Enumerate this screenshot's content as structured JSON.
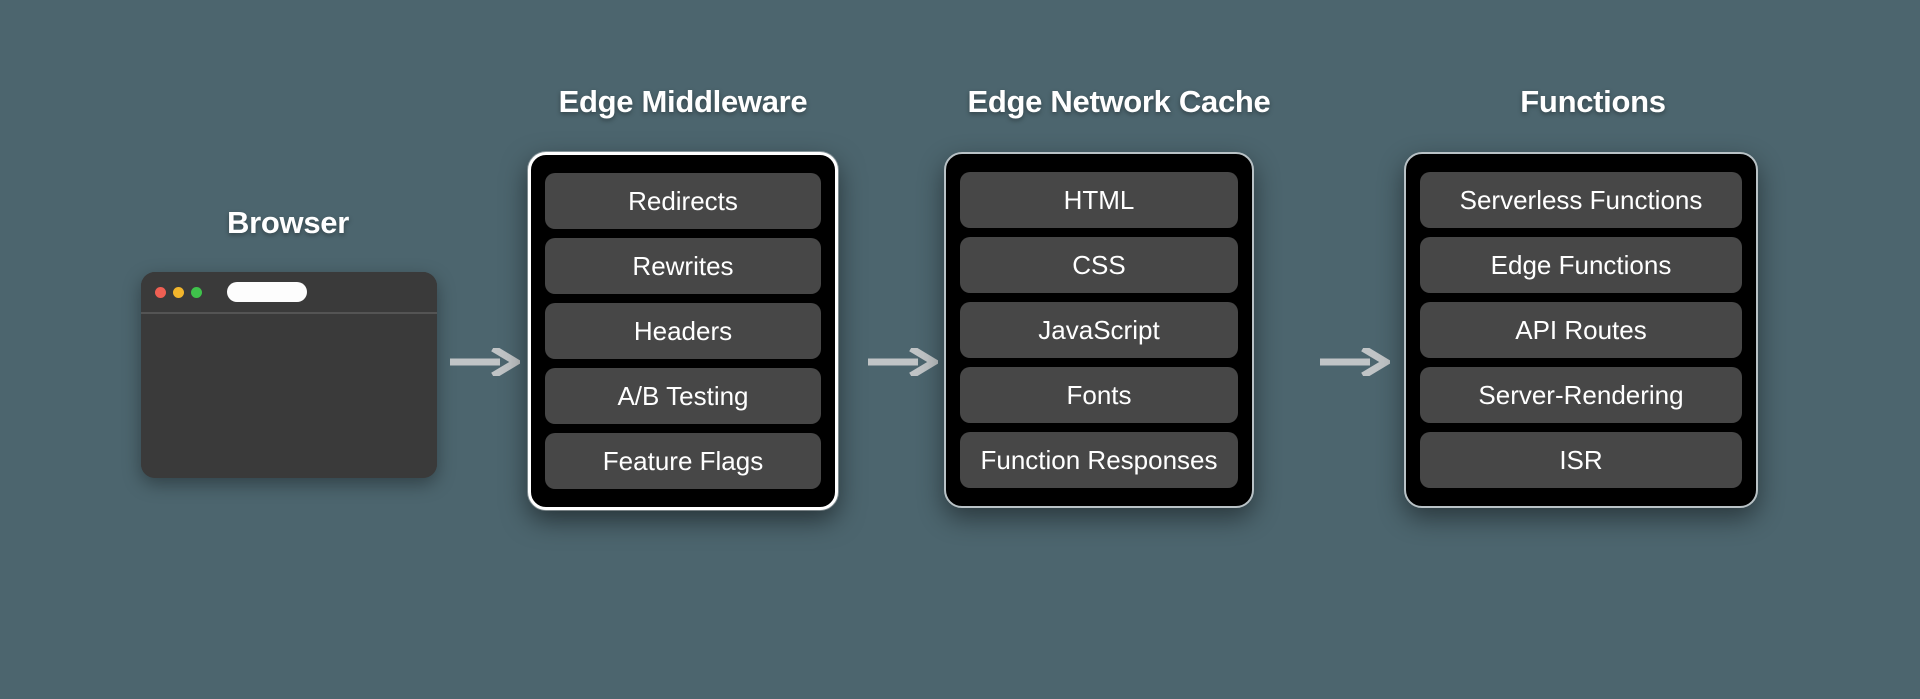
{
  "background_color": "#4c656e",
  "panel_background": "#000000",
  "chip_background": "#474747",
  "highlight_border_color": "#ffffff",
  "default_border_color": "#b9c2c6",
  "arrow_color": "#c0c4c6",
  "stages": {
    "browser": {
      "title": "Browser",
      "traffic_lights": [
        {
          "name": "close",
          "color": "#ef5f53"
        },
        {
          "name": "minimize",
          "color": "#f2b52c"
        },
        {
          "name": "maximize",
          "color": "#3fc24b"
        }
      ],
      "url_value": ""
    },
    "edge_middleware": {
      "title": "Edge Middleware",
      "highlighted": true,
      "items": [
        "Redirects",
        "Rewrites",
        "Headers",
        "A/B Testing",
        "Feature Flags"
      ]
    },
    "edge_network_cache": {
      "title": "Edge Network Cache",
      "highlighted": false,
      "items": [
        "HTML",
        "CSS",
        "JavaScript",
        "Fonts",
        "Function Responses"
      ]
    },
    "functions": {
      "title": "Functions",
      "highlighted": false,
      "items": [
        "Serverless Functions",
        "Edge Functions",
        "API Routes",
        "Server-Rendering",
        "ISR"
      ]
    }
  },
  "arrows": [
    {
      "name": "arrow-browser-to-middleware",
      "icon": "arrow-right-icon"
    },
    {
      "name": "arrow-middleware-to-cache",
      "icon": "arrow-right-icon"
    },
    {
      "name": "arrow-cache-to-functions",
      "icon": "arrow-right-icon"
    }
  ]
}
